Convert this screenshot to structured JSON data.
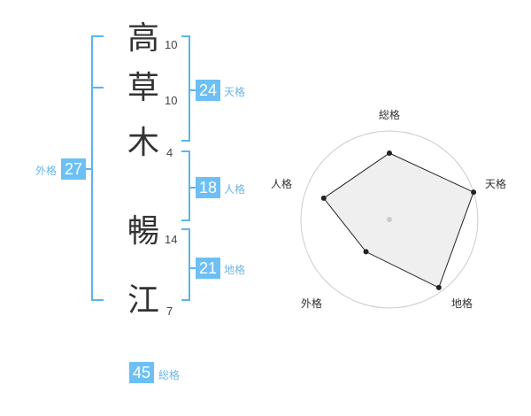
{
  "name": {
    "chars": [
      {
        "char": "高",
        "strokes": "10"
      },
      {
        "char": "草",
        "strokes": "10"
      },
      {
        "char": "木",
        "strokes": "4"
      },
      {
        "char": "暢",
        "strokes": "14"
      },
      {
        "char": "江",
        "strokes": "7"
      }
    ]
  },
  "kaku": {
    "tenkaku": {
      "value": "24",
      "label": "天格"
    },
    "jinkaku": {
      "value": "18",
      "label": "人格"
    },
    "chikaku": {
      "value": "21",
      "label": "地格"
    },
    "gaikaku": {
      "value": "27",
      "label": "外格"
    },
    "soukaku": {
      "value": "45",
      "label": "総格"
    }
  },
  "chart_data": {
    "type": "radar",
    "axes": [
      "総格",
      "天格",
      "地格",
      "外格",
      "人格"
    ],
    "values": [
      0.75,
      1.0,
      0.95,
      0.45,
      0.78
    ],
    "rings": 4,
    "colors": {
      "line": "#222222",
      "fill": "#ececec",
      "ring": "#cccccc",
      "point": "#222222"
    }
  },
  "colors": {
    "bracket": "#5ab4f0",
    "badge": "#6cc0f5",
    "badge_label": "#6cb6e8"
  }
}
